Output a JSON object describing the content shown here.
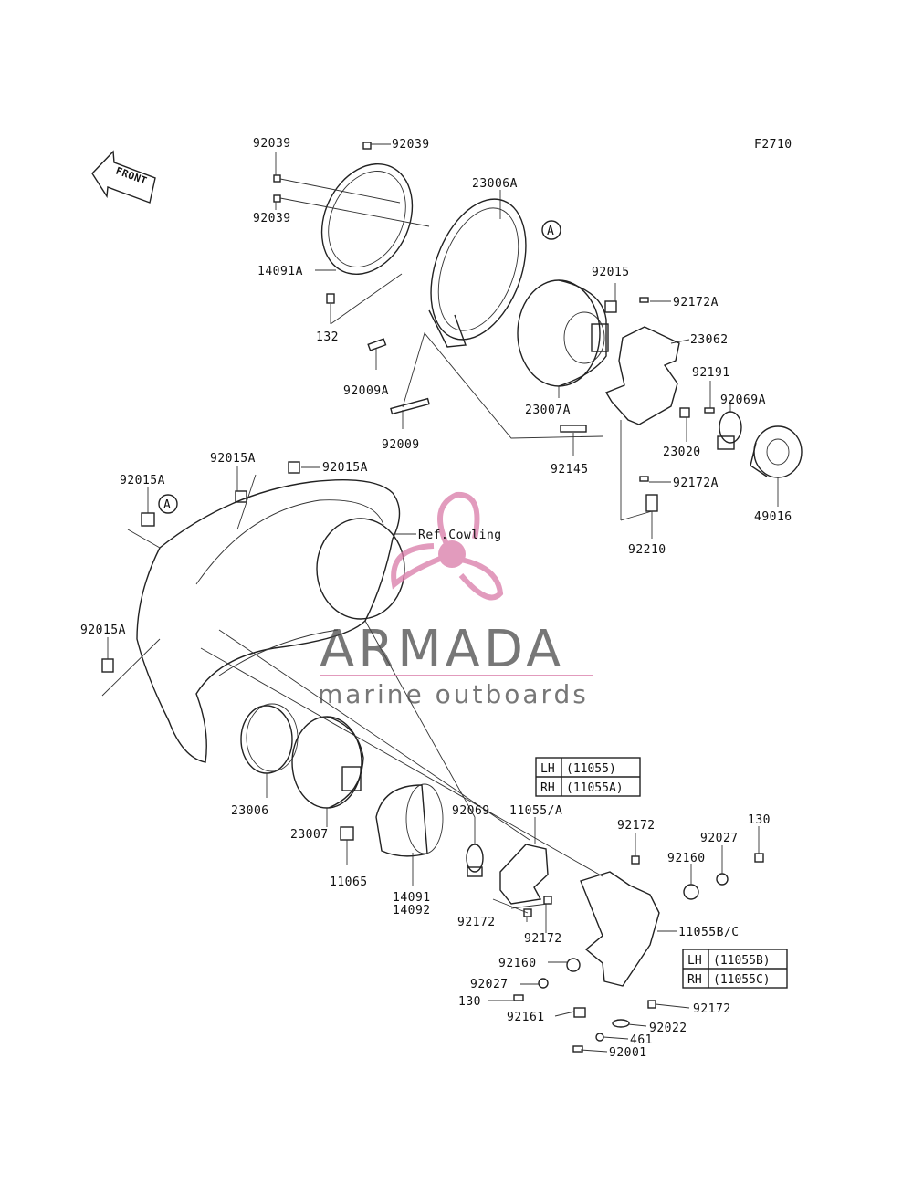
{
  "figure_code": "F2710",
  "front_arrow_text": "FRONT",
  "ref_marker": "A",
  "ref_cowling": "Ref.Cowling",
  "watermark": {
    "brand": "ARMADA",
    "tagline": "marine outboards",
    "logo_color": "#d97aa8"
  },
  "parts": {
    "p92039_top": "92039",
    "p92039_b": "92039",
    "p92039_c": "92039",
    "p23006A": "23006A",
    "p14091A": "14091A",
    "p132": "132",
    "p92009A": "92009A",
    "p92009": "92009",
    "p92015": "92015",
    "p92172A_top": "92172A",
    "p23062": "23062",
    "p92191": "92191",
    "p92069A": "92069A",
    "p23007A": "23007A",
    "p23020": "23020",
    "p92145": "92145",
    "p92172A_bot": "92172A",
    "p49016": "49016",
    "p92210": "92210",
    "p92015A_a": "92015A",
    "p92015A_b": "92015A",
    "p92015A_c": "92015A",
    "p92015A_d": "92015A",
    "p23006": "23006",
    "p23007": "23007",
    "p11065": "11065",
    "p14091": "14091",
    "p14092": "14092",
    "p92069": "92069",
    "p11055A": "11055/A",
    "p92172_a": "92172",
    "p92172_b": "92172",
    "p92172_c": "92172",
    "p92172_d": "92172",
    "p92160_a": "92160",
    "p92160_b": "92160",
    "p92027_a": "92027",
    "p92027_b": "92027",
    "p130_a": "130",
    "p130_b": "130",
    "p11055BC": "11055B/C",
    "p92161": "92161",
    "p92022": "92022",
    "p461": "461",
    "p92001": "92001"
  },
  "table1": {
    "rows": [
      [
        "LH",
        "(11055)"
      ],
      [
        "RH",
        "(11055A)"
      ]
    ]
  },
  "table2": {
    "rows": [
      [
        "LH",
        "(11055B)"
      ],
      [
        "RH",
        "(11055C)"
      ]
    ]
  }
}
